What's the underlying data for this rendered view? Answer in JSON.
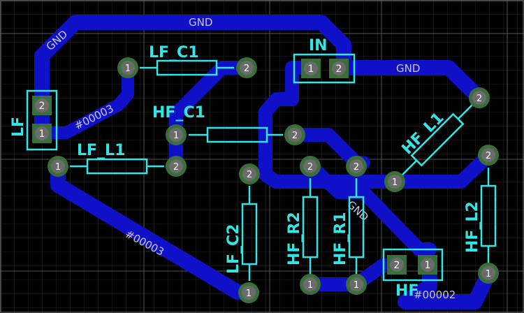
{
  "net_labels": {
    "gnd_top": "GND",
    "gnd_left": "GND",
    "gnd_right": "GND",
    "gnd_mid": "GND",
    "net3_upper": "#00003",
    "net3_lower": "#00003",
    "net2": "#00002"
  },
  "components": {
    "lf_c1": "LF_C1",
    "hf_c1": "HF_C1",
    "lf_l1": "LF_L1",
    "hf_l1": "HF_L1",
    "lf_c2": "LF_C2",
    "hf_r2": "HF_R2",
    "hf_r1": "HF_R1",
    "hf_l2": "HF_L2",
    "conn_in": "IN",
    "conn_lf": "LF",
    "conn_hf": "HF"
  },
  "pads": {
    "one": "1",
    "two": "2"
  },
  "colors": {
    "background": "#000000",
    "grid": "#3c3c3c",
    "trace": "#1010c8",
    "silkscreen": "#33e6e6",
    "pad_outer": "#3a6e3a",
    "pad_inner": "#6b6b6b",
    "pad_text": "#ffffff"
  }
}
